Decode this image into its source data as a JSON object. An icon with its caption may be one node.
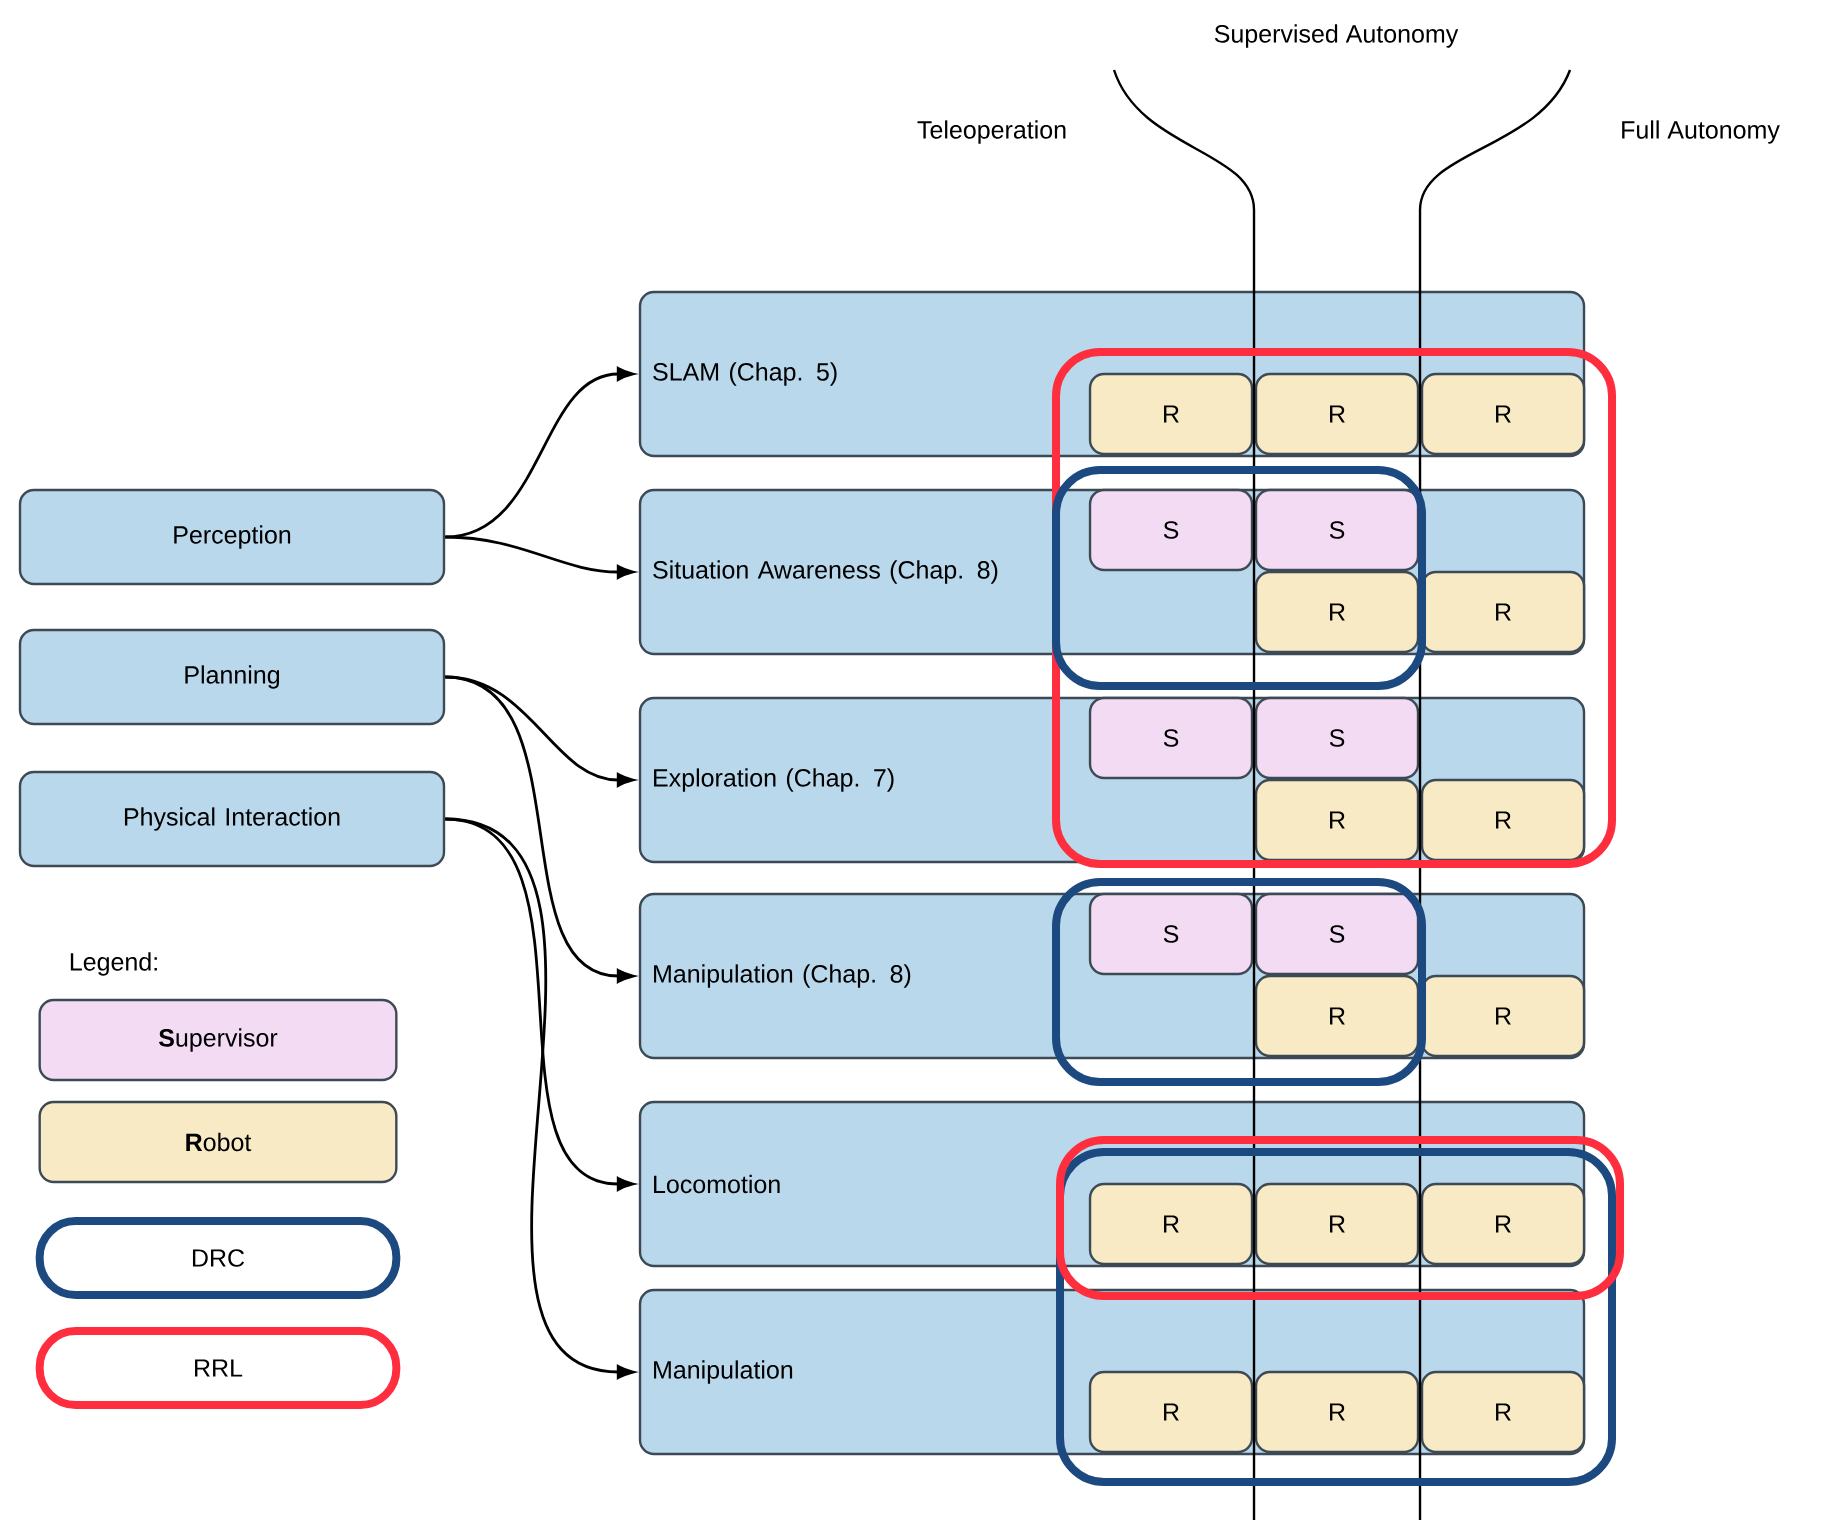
{
  "diagram": {
    "nodes": [
      {
        "text": [
          "Perception"
        ]
      },
      {
        "text": [
          "Planning"
        ]
      },
      {
        "text": [
          "Physical Interaction"
        ]
      },
      {
        "text": [
          "SLAM (Chap. 5)"
        ]
      },
      {
        "text": [
          "R"
        ],
        "in": 3
      },
      {
        "text": [
          "R"
        ],
        "in": 3
      },
      {
        "text": [
          "R"
        ],
        "in": 3
      },
      {
        "text": [
          "Situation Awareness (Chap. 8)"
        ]
      },
      {
        "text": [
          "S"
        ],
        "in": 7
      },
      {
        "text": [
          "S"
        ],
        "in": 7
      },
      {
        "text": [
          "R"
        ],
        "in": 7
      },
      {
        "text": [
          "R"
        ],
        "in": 7
      },
      {
        "text": [
          "Exploration (Chap. 7)"
        ]
      },
      {
        "text": [
          "S"
        ],
        "in": 12
      },
      {
        "text": [
          "S"
        ],
        "in": 12
      },
      {
        "text": [
          "R"
        ],
        "in": 12
      },
      {
        "text": [
          "R"
        ],
        "in": 12
      },
      {
        "text": [
          "Manipulation (Chap. 8)"
        ]
      },
      {
        "text": [
          "S"
        ],
        "in": 17
      },
      {
        "text": [
          "S"
        ],
        "in": 17
      },
      {
        "text": [
          "R"
        ],
        "in": 17
      },
      {
        "text": [
          "R"
        ],
        "in": 17
      },
      {
        "text": [
          "Locomotion"
        ]
      },
      {
        "text": [
          "R"
        ],
        "in": 22
      },
      {
        "text": [
          "R"
        ],
        "in": 22
      },
      {
        "text": [
          "R"
        ],
        "in": 22
      },
      {
        "text": [
          "Manipulation"
        ]
      },
      {
        "text": [
          "R"
        ],
        "in": 26
      },
      {
        "text": [
          "R"
        ],
        "in": 26
      },
      {
        "text": [
          "R"
        ],
        "in": 26
      }
    ],
    "edges": [
      {
        "from": 0,
        "to": 3,
        "arrow": "to"
      },
      {
        "from": 0,
        "to": 7,
        "arrow": "to"
      },
      {
        "from": 1,
        "to": 12,
        "arrow": "to"
      },
      {
        "from": 1,
        "to": 17,
        "arrow": "to"
      },
      {
        "from": 2,
        "to": 22,
        "arrow": "to"
      },
      {
        "from": 2,
        "to": 26,
        "arrow": "to"
      }
    ],
    "labels": [
      "Supervised Autonomy",
      "Teleoperation",
      "Full Autonomy",
      "Legend:"
    ],
    "legend": [
      {
        "text": "**S**upervisor",
        "color": "#f2dbf3"
      },
      {
        "text": "**R**obot",
        "color": "#f8eac4"
      },
      {
        "text": "DRC"
      },
      {
        "text": "RRL"
      }
    ]
  }
}
